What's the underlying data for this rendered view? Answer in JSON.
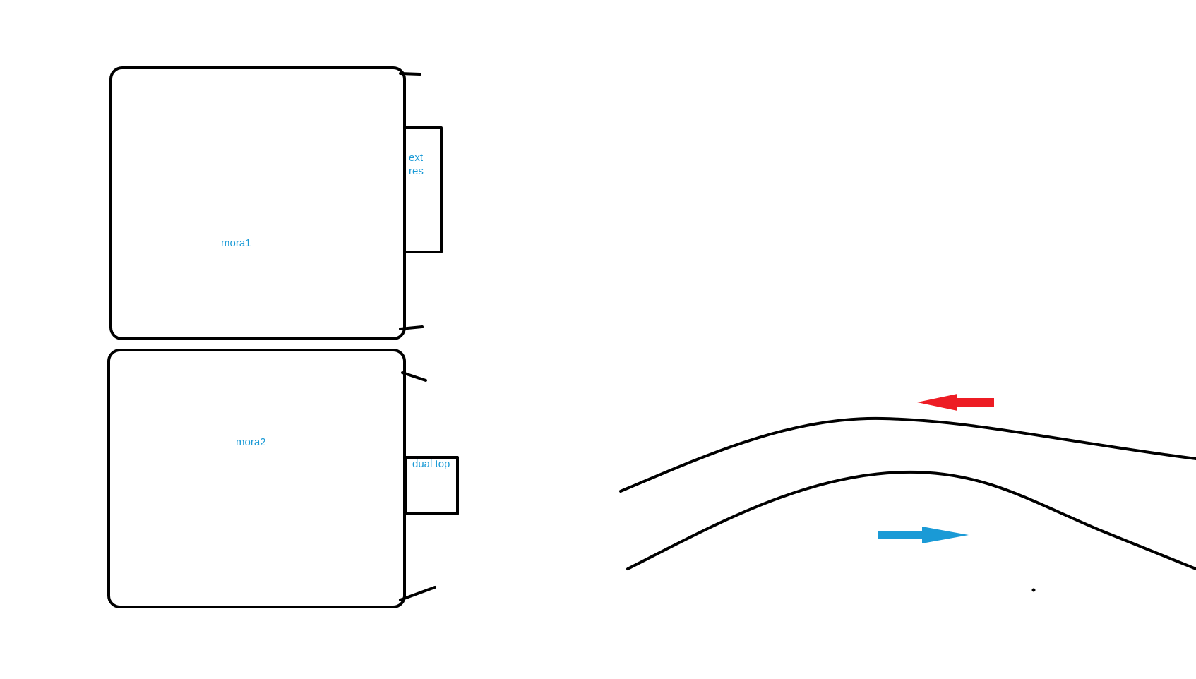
{
  "labels": {
    "mora1": "mora1",
    "mora2": "mora2",
    "ext_res_line1": "ext",
    "ext_res_line2": "res",
    "dual_top": "dual top"
  },
  "colors": {
    "stroke": "#000000",
    "label": "#1a9ad6",
    "arrow_left": "#ed1c24",
    "arrow_right": "#1a9ad6"
  }
}
